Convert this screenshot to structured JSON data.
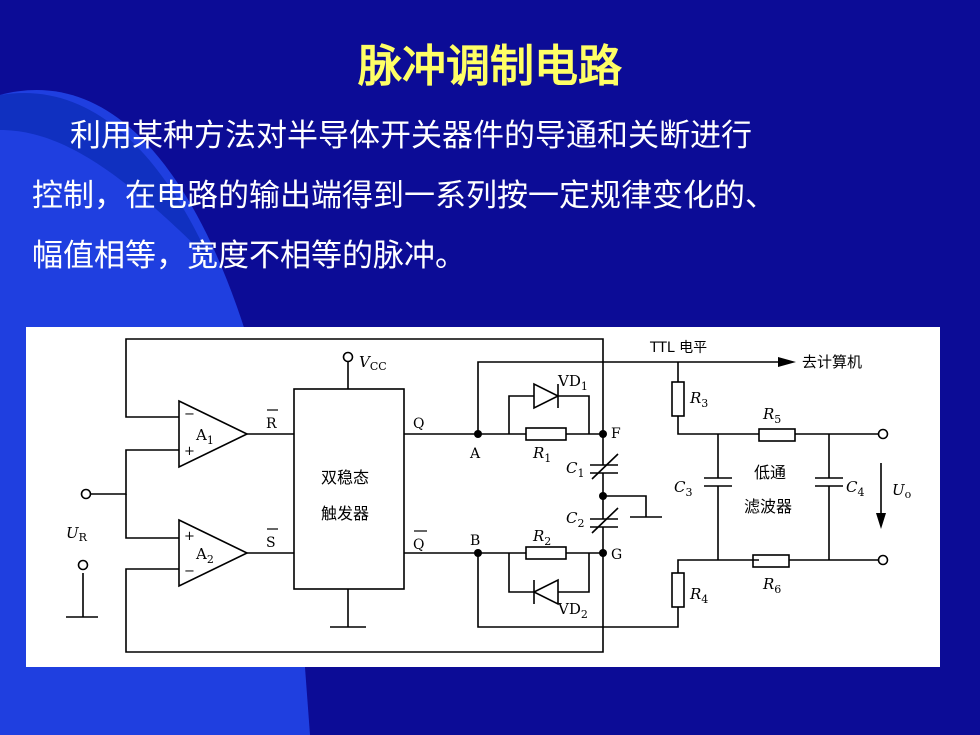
{
  "title": "脉冲调制电路",
  "paragraph": {
    "line1": "利用某种方法对半导体开关器件的导通和关断进行",
    "line2": "控制，在电路的输出端得到一系列按一定规律变化的、",
    "line3": "幅值相等，宽度不相等的脉冲。"
  },
  "colors": {
    "background": "#0c0c96",
    "curve": "#1f3fe0",
    "title": "#ffff66",
    "text": "#ffffff"
  },
  "circuit": {
    "vcc": "V",
    "vcc_sub": "CC",
    "flipflop_line1": "双稳态",
    "flipflop_line2": "触发器",
    "r_in": "R",
    "s_in": "S",
    "q_out": "Q",
    "qbar_out": "Q",
    "a1": "A",
    "a1_sub": "1",
    "a2": "A",
    "a2_sub": "2",
    "ur": "U",
    "ur_sub": "R",
    "node_a": "A",
    "node_b": "B",
    "node_f": "F",
    "node_g": "G",
    "vd1": "VD",
    "vd1_sub": "1",
    "vd2": "VD",
    "vd2_sub": "2",
    "r1": "R",
    "r1_sub": "1",
    "r2": "R",
    "r2_sub": "2",
    "c1": "C",
    "c1_sub": "1",
    "c2": "C",
    "c2_sub": "2",
    "ttl": "TTL 电平",
    "to_computer": "去计算机",
    "r3": "R",
    "r3_sub": "3",
    "r4": "R",
    "r4_sub": "4",
    "r5": "R",
    "r5_sub": "5",
    "r6": "R",
    "r6_sub": "6",
    "c3": "C",
    "c3_sub": "3",
    "c4": "C",
    "c4_sub": "4",
    "lowpass_line1": "低通",
    "lowpass_line2": "滤波器",
    "uo": "U",
    "uo_sub": "o",
    "minus": "−",
    "plus": "+"
  }
}
